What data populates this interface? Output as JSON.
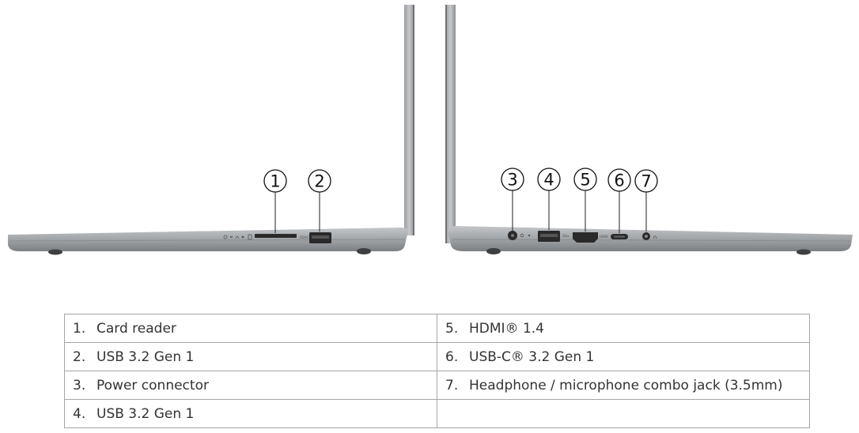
{
  "callouts": [
    {
      "label": "1"
    },
    {
      "label": "2"
    },
    {
      "label": "3"
    },
    {
      "label": "4"
    },
    {
      "label": "5"
    },
    {
      "label": "6"
    },
    {
      "label": "7"
    }
  ],
  "ports_table": {
    "rows": [
      {
        "left": {
          "num": "1.",
          "text": "Card reader"
        },
        "right": {
          "num": "5.",
          "text": "HDMI® 1.4"
        }
      },
      {
        "left": {
          "num": "2.",
          "text": "USB 3.2 Gen 1"
        },
        "right": {
          "num": "6.",
          "text": "USB-C® 3.2 Gen 1"
        }
      },
      {
        "left": {
          "num": "3.",
          "text": "Power connector"
        },
        "right": {
          "num": "7.",
          "text": "Headphone / microphone combo jack (3.5mm)"
        }
      },
      {
        "left": {
          "num": "4.",
          "text": "USB 3.2 Gen 1"
        },
        "right": {
          "num": "",
          "text": ""
        }
      }
    ]
  },
  "colors": {
    "chassis": "#a8abae",
    "chassis_dark": "#7e8184",
    "port": "#2a2a2a",
    "table_border": "#a6a6a6",
    "text": "#333333"
  }
}
